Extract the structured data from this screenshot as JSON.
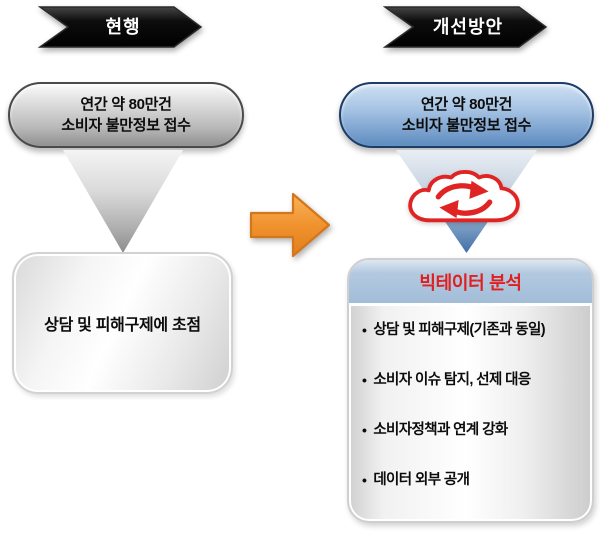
{
  "left_column": {
    "banner_label": "현행",
    "pill_line1": "연간 약 80만건",
    "pill_line2": "소비자 불만정보 접수",
    "box_label": "상담 및 피해구제에 초점"
  },
  "right_column": {
    "banner_label": "개선방안",
    "pill_line1": "연간 약 80만건",
    "pill_line2": "소비자 불만정보 접수",
    "panel_title": "빅테이터 분석",
    "bullet_marker": "•",
    "bullets": [
      "상담 및 피해구제(기존과 동일)",
      "소비자 이슈 탐지, 선제 대응",
      "소비자정책과 연계 강화",
      "데이터 외부 공개"
    ]
  },
  "icons": {
    "cloud": "cloud-sync-icon",
    "arrow": "right-arrow-icon",
    "funnel": "funnel-down-icon"
  },
  "colors": {
    "banner_fill": "#000000",
    "banner_text": "#ffffff",
    "gray_pill_border": "#4a4a4a",
    "blue_pill_border": "#1c3d66",
    "blue_pill_fill": "#5d8cc0",
    "panel_header_blue": "#a3bdd8",
    "panel_title_red": "#e01f1f",
    "arrow_orange": "#f0922e",
    "cloud_red": "#e02323",
    "funnel_blue": "#3f6fa8",
    "funnel_gray": "#8c8c8c",
    "text_black": "#0c0c0c"
  }
}
